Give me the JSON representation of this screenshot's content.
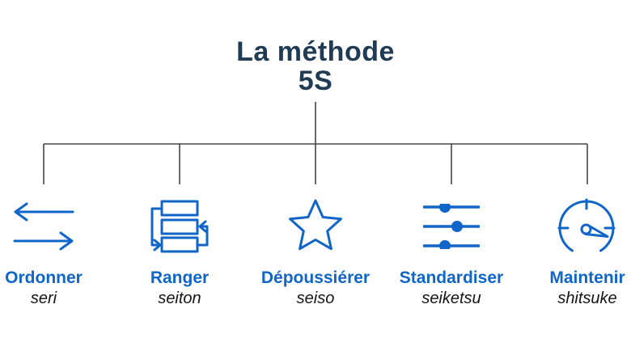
{
  "title": {
    "line1": "La méthode",
    "line2": "5S"
  },
  "colors": {
    "accent": "#1065C8",
    "title": "#203C54",
    "line": "#474747",
    "romaji": "#141414"
  },
  "items": [
    {
      "name": "Ordonner",
      "romaji": "seri",
      "icon": "transfer-arrows-icon"
    },
    {
      "name": "Ranger",
      "romaji": "seiton",
      "icon": "reorder-stack-icon"
    },
    {
      "name": "Dépoussiérer",
      "romaji": "seiso",
      "icon": "star-icon"
    },
    {
      "name": "Standardiser",
      "romaji": "seiketsu",
      "icon": "sliders-icon"
    },
    {
      "name": "Maintenir",
      "romaji": "shitsuke",
      "icon": "gauge-icon"
    }
  ]
}
